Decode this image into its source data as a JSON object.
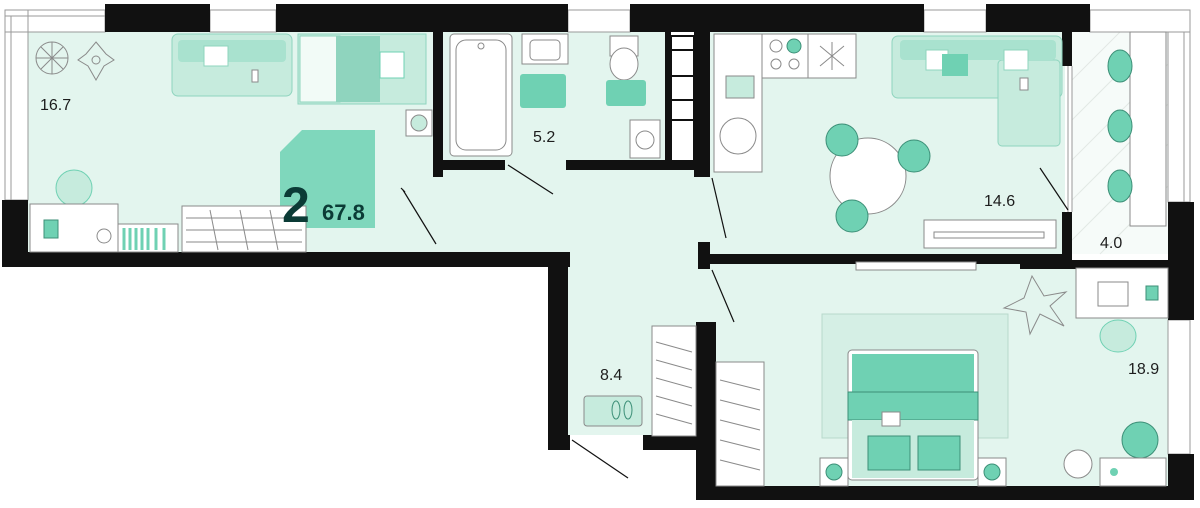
{
  "apartment": {
    "rooms_count": "2",
    "total_area": "67.8"
  },
  "rooms": {
    "room_left": "16.7",
    "bathroom": "5.2",
    "kitchen_living": "14.6",
    "balcony": "4.0",
    "hallway": "8.4",
    "bedroom": "18.9"
  },
  "colors": {
    "floor": "#e3f5ee",
    "wall": "#111111",
    "furniture_light": "#c6ebdd",
    "furniture_accent": "#6fd1b3",
    "badge": "#7fd7bc",
    "badge_text": "#0b3b36"
  }
}
